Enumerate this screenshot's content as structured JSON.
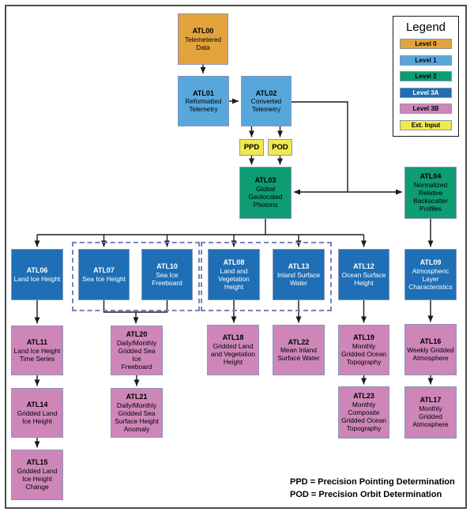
{
  "palette": {
    "level0": "#e2a33d",
    "level1": "#58a7dc",
    "level2": "#0e9c73",
    "level3a": "#1e6fb5",
    "level3b": "#ce86b8",
    "ext_input": "#f0e94e",
    "connector_line": "#1a1a1a",
    "node_border": "#8796bc",
    "group_dash_border": "#7583c1"
  },
  "legend": {
    "title": "Legend",
    "items": [
      {
        "label": "Level 0",
        "level": "level0"
      },
      {
        "label": "Level 1",
        "level": "level1"
      },
      {
        "label": "Level 2",
        "level": "level2"
      },
      {
        "label": "Level 3A",
        "level": "level3a"
      },
      {
        "label": "Level 3B",
        "level": "level3b"
      },
      {
        "label": "Ext. Input",
        "level": "ext_input"
      }
    ]
  },
  "nodes": {
    "ATL00": {
      "code": "ATL00",
      "label": "Telemetered\nData",
      "level": "level0"
    },
    "ATL01": {
      "code": "ATL01",
      "label": "Reformatted\nTelemetry",
      "level": "level1"
    },
    "ATL02": {
      "code": "ATL02",
      "label": "Converted\nTelemetry",
      "level": "level1"
    },
    "PPD": {
      "code": "PPD",
      "label": "",
      "level": "ext_input"
    },
    "POD": {
      "code": "POD",
      "label": "",
      "level": "ext_input"
    },
    "ATL03": {
      "code": "ATL03",
      "label": "Global\nGeolocated\nPhotons",
      "level": "level2"
    },
    "ATL04": {
      "code": "ATL04",
      "label": "Normalized\nRelative\nBackscatter\nProfiles",
      "level": "level2"
    },
    "ATL06": {
      "code": "ATL06",
      "label": "Land Ice Height",
      "level": "level3a"
    },
    "ATL07": {
      "code": "ATL07",
      "label": "Sea Ice Height",
      "level": "level3a"
    },
    "ATL10": {
      "code": "ATL10",
      "label": "Sea Ice\nFreeboard",
      "level": "level3a"
    },
    "ATL08": {
      "code": "ATL08",
      "label": "Land and\nVegetation\nHeight",
      "level": "level3a"
    },
    "ATL13": {
      "code": "ATL13",
      "label": "Inland Surface\nWater",
      "level": "level3a"
    },
    "ATL12": {
      "code": "ATL12",
      "label": "Ocean Surface\nHeight",
      "level": "level3a"
    },
    "ATL09": {
      "code": "ATL09",
      "label": "Atmospheric\nLayer\nCharacteristics",
      "level": "level3a"
    },
    "ATL11": {
      "code": "ATL11",
      "label": "Land Ice Height\nTime Series",
      "level": "level3b"
    },
    "ATL20": {
      "code": "ATL20",
      "label": "Daily/Monthly\nGridded Sea Ice\nFreeboard",
      "level": "level3b"
    },
    "ATL18": {
      "code": "ATL18",
      "label": "Gridded Land\nand Vegetation\nHeight",
      "level": "level3b"
    },
    "ATL22": {
      "code": "ATL22",
      "label": "Mean Inland\nSurface Water",
      "level": "level3b"
    },
    "ATL19": {
      "code": "ATL19",
      "label": "Monthly\nGridded Ocean\nTopography",
      "level": "level3b"
    },
    "ATL16": {
      "code": "ATL16",
      "label": "Weekly Gridded\nAtmosphere",
      "level": "level3b"
    },
    "ATL14": {
      "code": "ATL14",
      "label": "Gridded Land\nIce Height",
      "level": "level3b"
    },
    "ATL21": {
      "code": "ATL21",
      "label": "Daily/Monthly\nGridded Sea\nSurface Height\nAnomaly",
      "level": "level3b"
    },
    "ATL23": {
      "code": "ATL23",
      "label": "Monthly\nComposite\nGridded Ocean\nTopography",
      "level": "level3b"
    },
    "ATL17": {
      "code": "ATL17",
      "label": "Monthly Gridded\nAtmosphere",
      "level": "level3b"
    },
    "ATL15": {
      "code": "ATL15",
      "label": "Gridded Land\nIce Height\nChange",
      "level": "level3b"
    }
  },
  "notes": {
    "ppd": "PPD = Precision Pointing Determination",
    "pod": "POD = Precision Orbit Determination"
  }
}
